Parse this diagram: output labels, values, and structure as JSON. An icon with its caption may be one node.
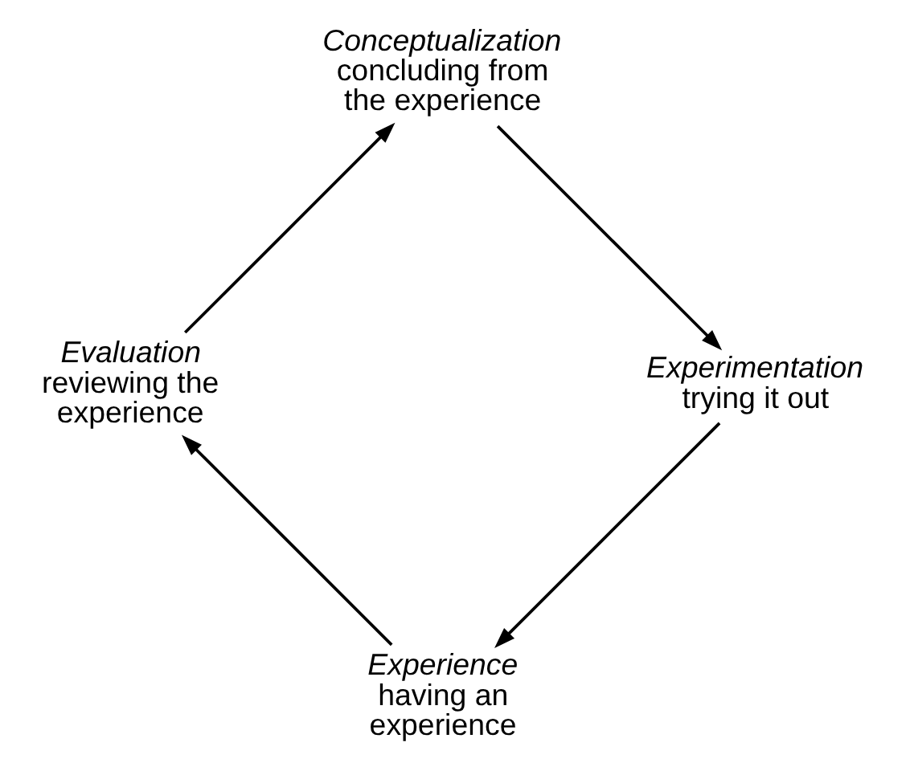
{
  "diagram": {
    "nodes": [
      {
        "text": [
          "Experience",
          "having an experience"
        ]
      },
      {
        "text": [
          "Evaluation",
          "reviewing the experience"
        ]
      },
      {
        "text": [
          "Conceptualization",
          "concluding from the experience"
        ]
      },
      {
        "text": [
          "Experimentation",
          "trying it out"
        ]
      }
    ],
    "edges": [
      {
        "from": 0,
        "to": 1,
        "arrow": "to"
      },
      {
        "from": 1,
        "to": 2,
        "arrow": "to"
      },
      {
        "from": 2,
        "to": 3,
        "arrow": "to"
      },
      {
        "from": 3,
        "to": 0,
        "arrow": "to"
      }
    ]
  }
}
